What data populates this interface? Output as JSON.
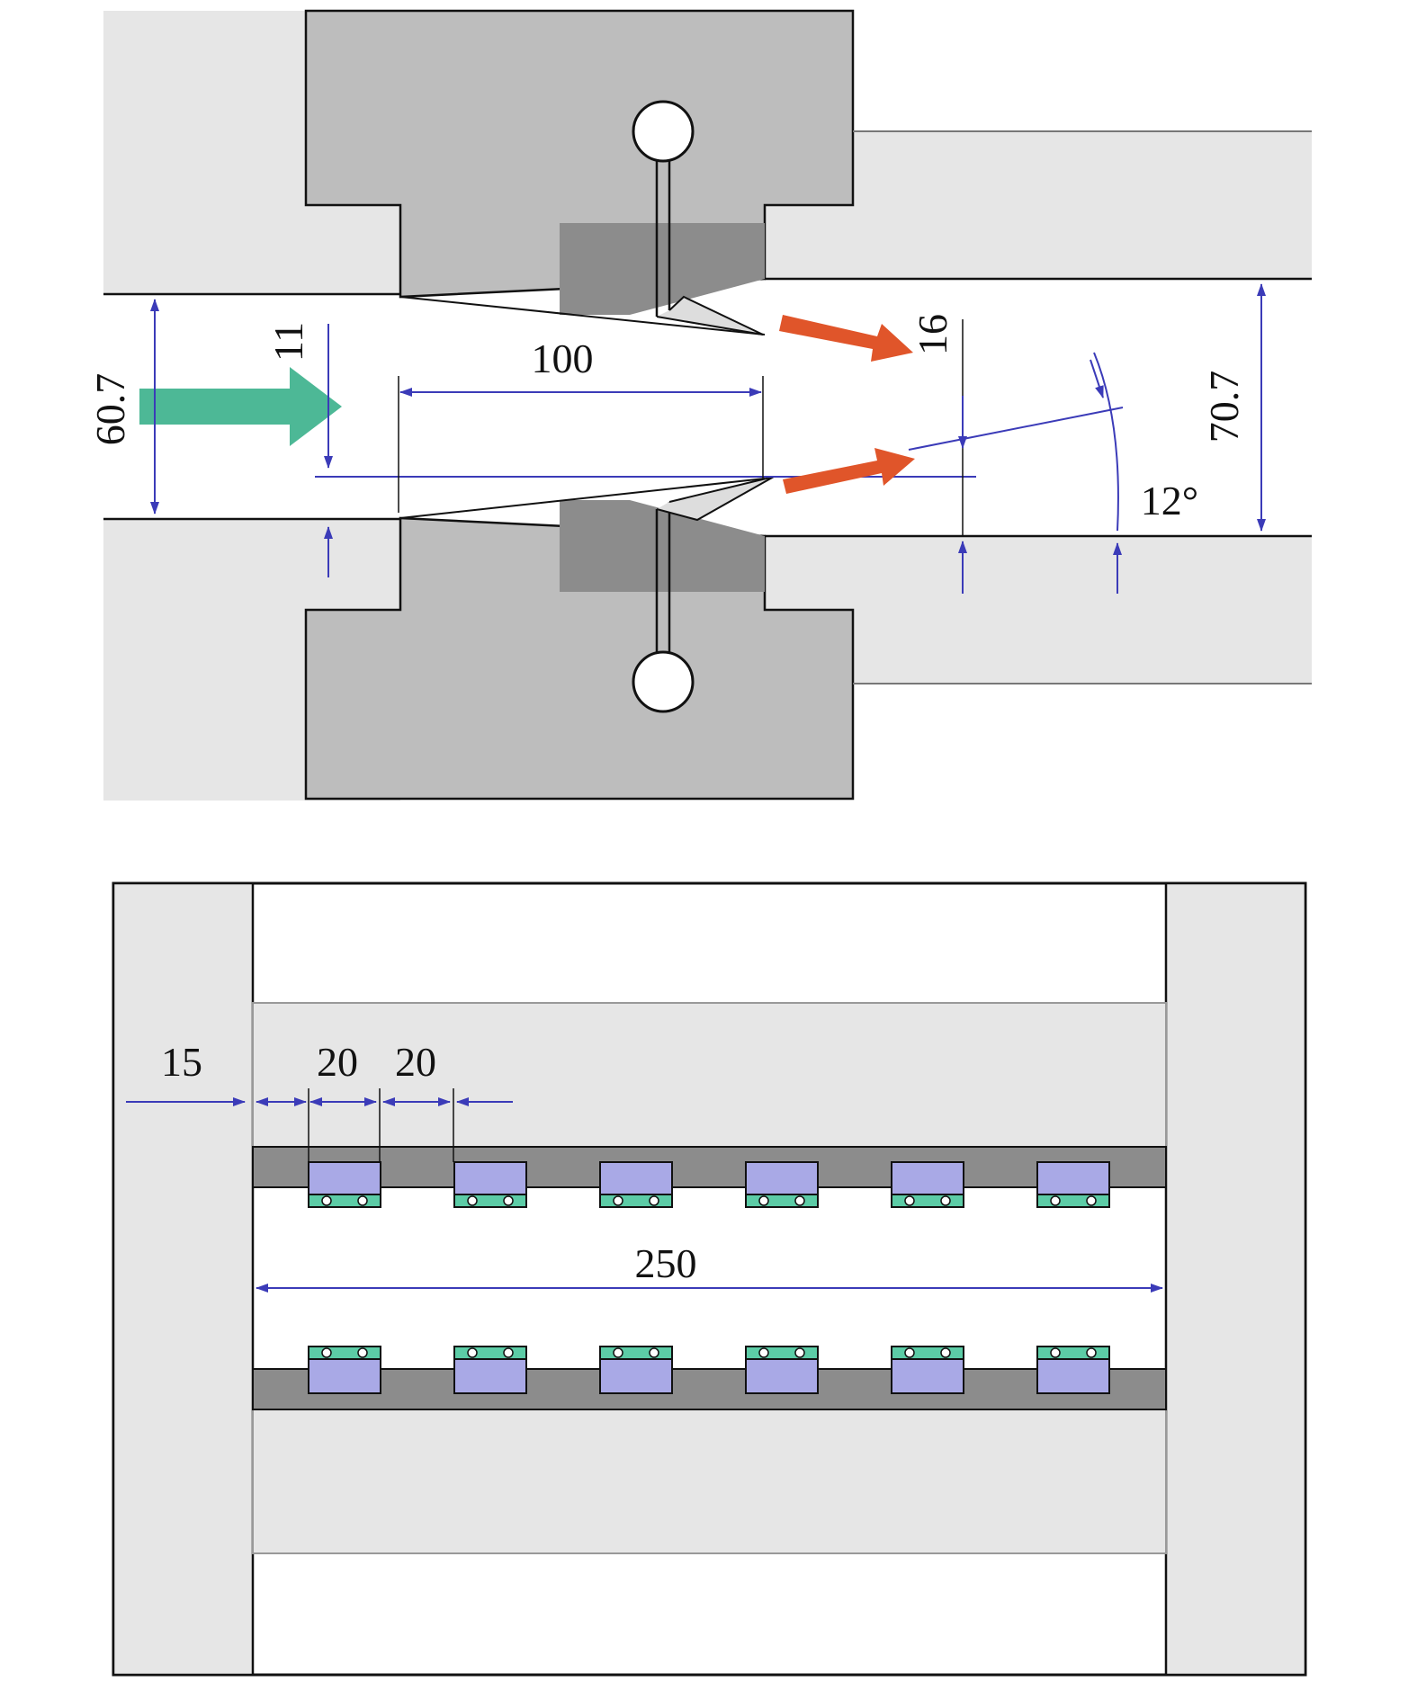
{
  "colors": {
    "light_block": "#e6e6e6",
    "mid_block": "#bdbdbd",
    "dark_block": "#8c8c8c",
    "outline": "#111111",
    "dimension": "#3b3bb8",
    "inlet_arrow": "#4db896",
    "outlet_arrow": "#e0552a",
    "tab": "#a9a9e6",
    "clip": "#5ccca6"
  },
  "top_view": {
    "dimensions": {
      "inlet_height": "60.7",
      "slot_gap": "11",
      "taper_length": "100",
      "outlet_step": "16",
      "outlet_height": "70.7",
      "angle": "12°"
    }
  },
  "bottom_view": {
    "dimensions": {
      "margin": "15",
      "tab_width": "20",
      "tab_spacing": "20",
      "span": "250"
    },
    "tabs_per_row": 6,
    "rows": [
      "top",
      "bottom"
    ]
  }
}
